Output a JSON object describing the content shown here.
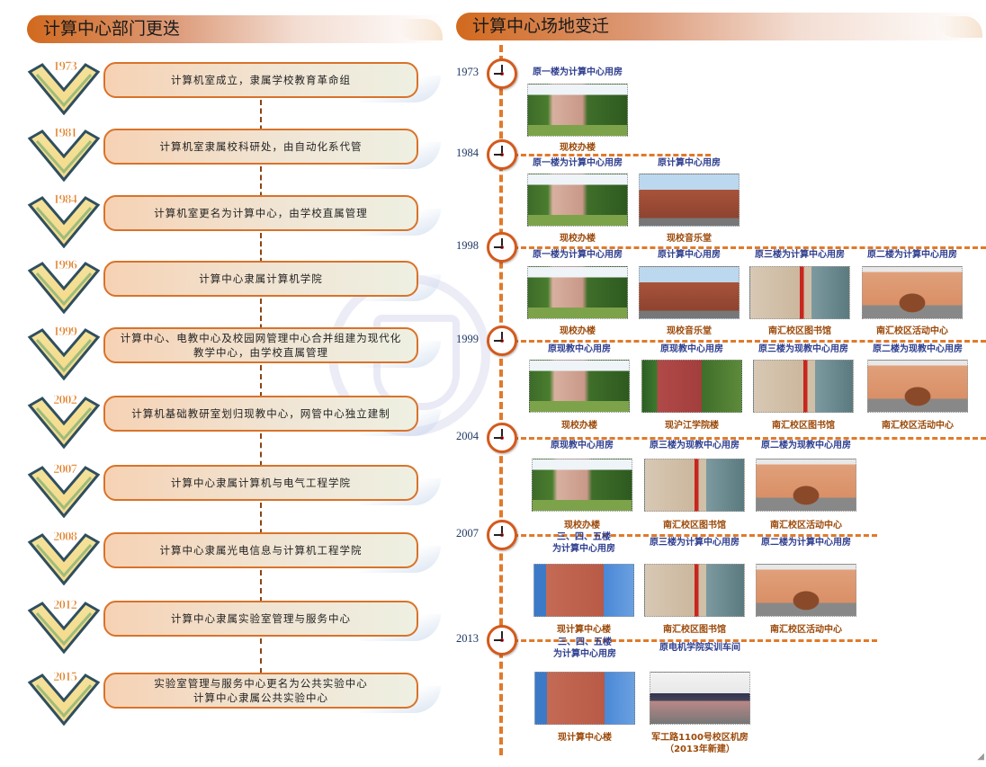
{
  "left_title": "计算中心部门更迭",
  "right_title": "计算中心场地变迁",
  "departments": [
    {
      "year": "1973",
      "text": "计算机室成立，隶属学校教育革命组"
    },
    {
      "year": "1981",
      "text": "计算机室隶属校科研处，由自动化系代管"
    },
    {
      "year": "1984",
      "text": "计算机室更名为计算中心，由学校直属管理"
    },
    {
      "year": "1996",
      "text": "计算中心隶属计算机学院"
    },
    {
      "year": "1999",
      "text": "计算中心、电教中心及校园网管理中心合并组建为现代化\n教学中心，由学校直属管理"
    },
    {
      "year": "2002",
      "text": "计算机基础教研室划归现教中心，网管中心独立建制"
    },
    {
      "year": "2007",
      "text": "计算中心隶属计算机与电气工程学院"
    },
    {
      "year": "2008",
      "text": "计算中心隶属光电信息与计算机工程学院"
    },
    {
      "year": "2012",
      "text": "计算中心隶属实验室管理与服务中心"
    },
    {
      "year": "2015",
      "text": "实验室管理与服务中心更名为公共实验中心\n计算中心隶属公共实验中心"
    }
  ],
  "venues": [
    {
      "year": "1973",
      "items": [
        {
          "former": "原一楼为计算中心用房",
          "photo": "office",
          "current": "现校办楼"
        }
      ]
    },
    {
      "year": "1984",
      "items": [
        {
          "former": "原一楼为计算中心用房",
          "photo": "office",
          "current": "现校办楼"
        },
        {
          "former": "原计算中心用房",
          "photo": "hall",
          "current": "现校音乐堂"
        }
      ]
    },
    {
      "year": "1998",
      "items": [
        {
          "former": "原一楼为计算中心用房",
          "photo": "office",
          "current": "现校办楼"
        },
        {
          "former": "原计算中心用房",
          "photo": "hall",
          "current": "现校音乐堂"
        },
        {
          "former": "原三楼为计算中心用房",
          "photo": "library",
          "current": "南汇校区图书馆"
        },
        {
          "former": "原二楼为计算中心用房",
          "photo": "activity",
          "current": "南汇校区活动中心"
        }
      ]
    },
    {
      "year": "1999",
      "items": [
        {
          "former": "原现教中心用房",
          "photo": "office",
          "current": "现校办楼"
        },
        {
          "former": "原现教中心用房",
          "photo": "hujiang",
          "current": "现沪江学院楼"
        },
        {
          "former": "原三楼为现教中心用房",
          "photo": "library",
          "current": "南汇校区图书馆"
        },
        {
          "former": "原二楼为现教中心用房",
          "photo": "activity",
          "current": "南汇校区活动中心"
        }
      ]
    },
    {
      "year": "2004",
      "items": [
        {
          "former": "原现教中心用房",
          "photo": "office",
          "current": "现校办楼"
        },
        {
          "former": "原三楼为现教中心用房",
          "photo": "library",
          "current": "南汇校区图书馆"
        },
        {
          "former": "原二楼为现教中心用房",
          "photo": "activity",
          "current": "南汇校区活动中心"
        }
      ]
    },
    {
      "year": "2007",
      "items": [
        {
          "former": "三、四、五楼\n为计算中心用房",
          "photo": "tower",
          "current": "现计算中心楼"
        },
        {
          "former": "原三楼为计算中心用房",
          "photo": "library",
          "current": "南汇校区图书馆"
        },
        {
          "former": "原二楼为计算中心用房",
          "photo": "activity",
          "current": "南汇校区活动中心"
        }
      ]
    },
    {
      "year": "2013",
      "items": [
        {
          "former": "三、四、五楼\n为计算中心用房",
          "photo": "tower",
          "current": "现计算中心楼"
        },
        {
          "former": "原电机学院实训车间",
          "photo": "lab",
          "current": "军工路1100号校区机房\n（2013年新建）"
        }
      ]
    }
  ]
}
